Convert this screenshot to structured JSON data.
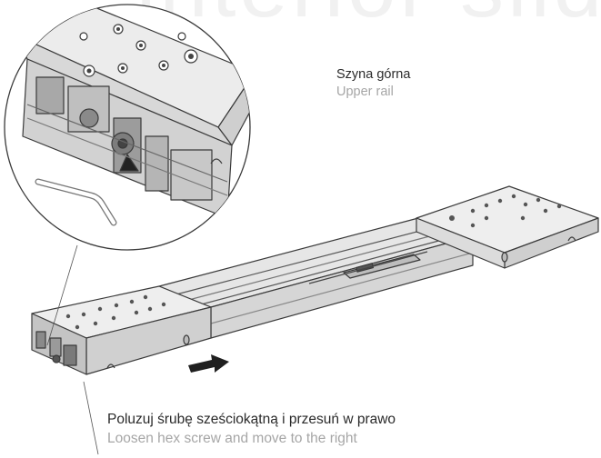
{
  "watermark": {
    "text": "interior slid"
  },
  "labels": {
    "upper_rail_pl": "Szyna górna",
    "upper_rail_en": "Upper rail",
    "instruction_pl": "Poluzuj śrubę sześciokątną i przesuń w prawo",
    "instruction_en": "Loosen hex screw and move to the right"
  },
  "icons": {
    "arrow": "arrow-right-icon",
    "tool": "hex-key-icon"
  },
  "colors": {
    "outline": "#3a3a3a",
    "text_primary": "#2a2a2a",
    "text_secondary": "#a6a6a6",
    "watermark": "#f1f1f1",
    "metal_top": "#eeeeee",
    "metal_side": "#cfcfcf"
  }
}
